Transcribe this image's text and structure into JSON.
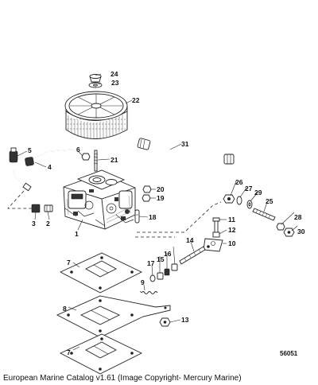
{
  "callouts": [
    "1",
    "2",
    "3",
    "4",
    "5",
    "6",
    "7",
    "8",
    "7",
    "9",
    "10",
    "11",
    "12",
    "13",
    "14",
    "15",
    "16",
    "17",
    "18",
    "19",
    "20",
    "21",
    "22",
    "23",
    "24",
    "25",
    "26",
    "27",
    "28",
    "29",
    "30",
    "31"
  ],
  "diagram_id": "56051",
  "caption": "European Marine Catalog v1.61 (Image Copyright- Mercury Marine)"
}
